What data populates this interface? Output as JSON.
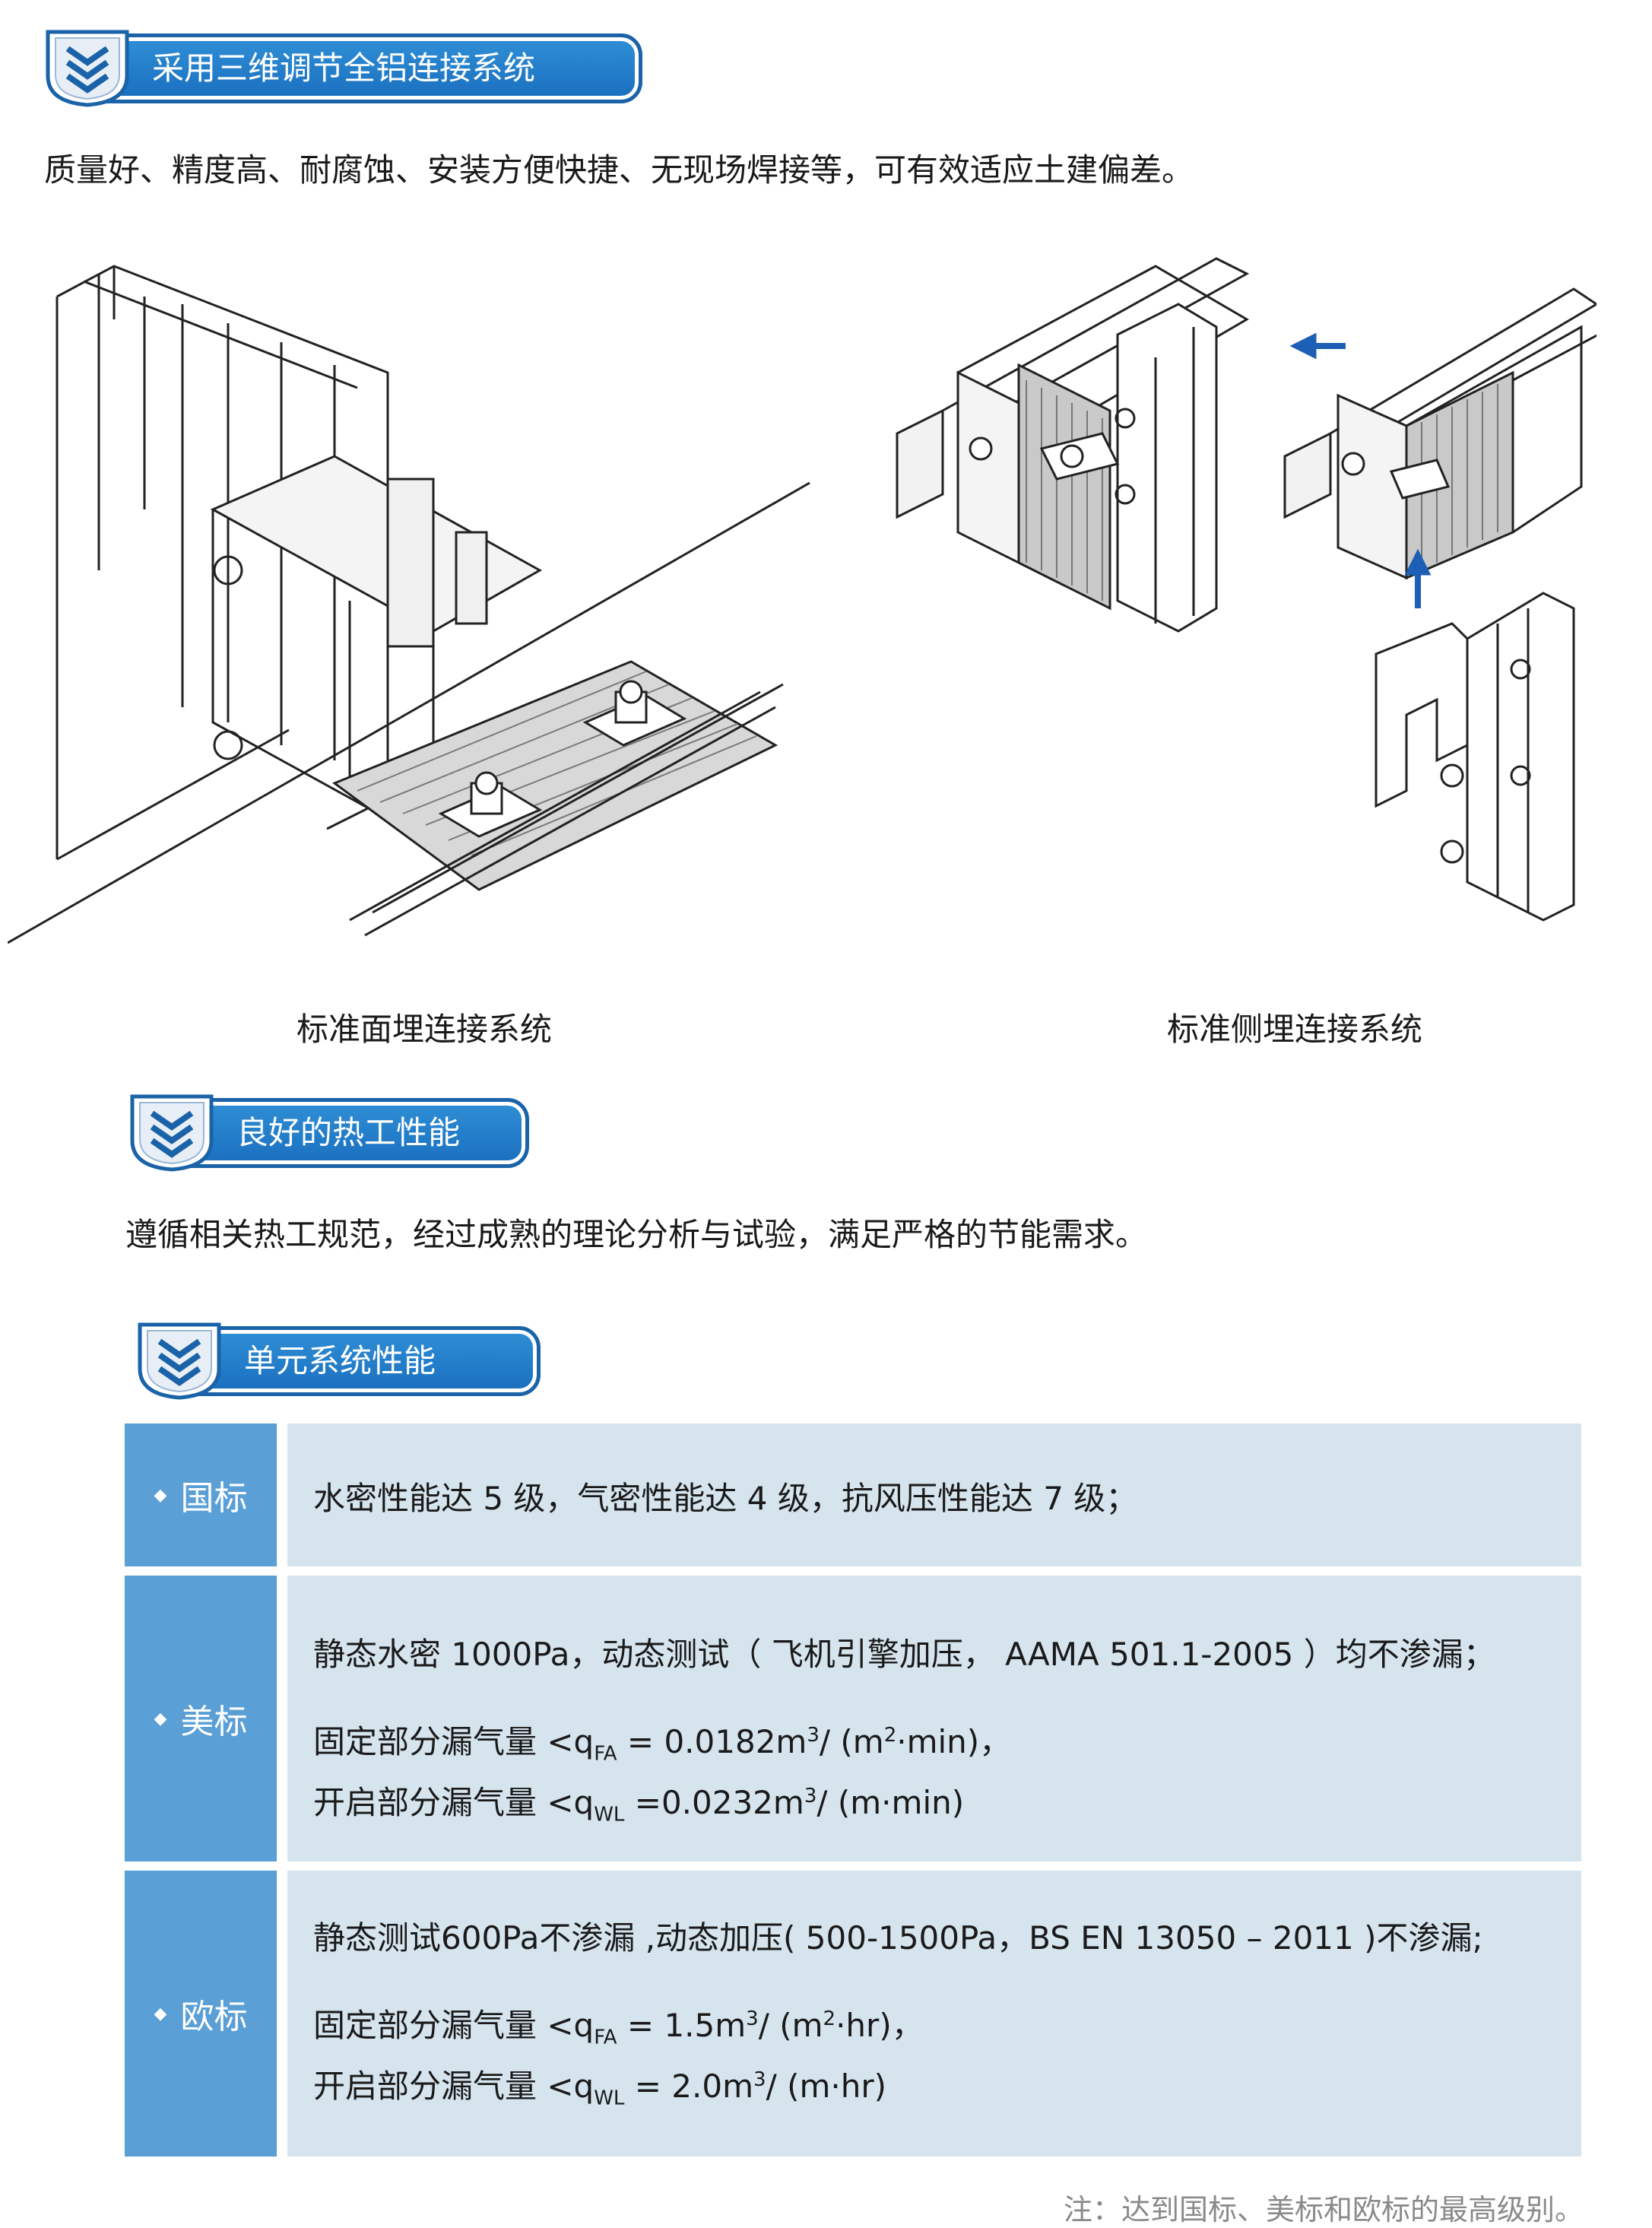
{
  "sections": {
    "s1": {
      "title": "采用三维调节全铝连接系统",
      "text": "质量好、精度高、耐腐蚀、安装方便快捷、无现场焊接等，可有效适应土建偏差。"
    },
    "figures": {
      "left_caption": "标准面埋连接系统",
      "right_caption": "标准侧埋连接系统"
    },
    "s2": {
      "title": "良好的热工性能",
      "text": "遵循相关热工规范，经过成熟的理论分析与试验，满足严格的节能需求。"
    },
    "s3": {
      "title": "单元系统性能"
    }
  },
  "table": {
    "rows": [
      {
        "label": "国标",
        "line1": "水密性能达 5 级，气密性能达 4 级，抗风压性能达 7 级；"
      },
      {
        "label": "美标",
        "line1": "静态水密 1000Pa，动态测试（ 飞机引擎加压， AAMA 501.1-2005 ）均不渗漏；",
        "line2_pre": "固定部分漏气量 <q",
        "line2_sub": "FA",
        "line2_mid": " = 0.0182m",
        "line2_sup": "3",
        "line2_mid2": "/ (m",
        "line2_sup2": "2",
        "line2_end": "·min)，",
        "line3_pre": "开启部分漏气量 <q",
        "line3_sub": "WL",
        "line3_mid": " =0.0232m",
        "line3_sup": "3",
        "line3_end": "/ (m·min)"
      },
      {
        "label": "欧标",
        "line1": "静态测试600Pa不渗漏 ,动态加压( 500-1500Pa，BS EN 13050 – 2011 )不渗漏;",
        "line2_pre": "固定部分漏气量 <q",
        "line2_sub": "FA",
        "line2_mid": " = 1.5m",
        "line2_sup": "3",
        "line2_mid2": "/ (m",
        "line2_sup2": "2",
        "line2_end": "·hr)，",
        "line3_pre": "开启部分漏气量 <q",
        "line3_sub": "WL",
        "line3_mid": " = 2.0m",
        "line3_sup": "3",
        "line3_end": "/ (m·hr)"
      }
    ]
  },
  "note": "注：达到国标、美标和欧标的最高级别。",
  "colors": {
    "header_blue": "#1a6fbf",
    "label_blue": "#5a9fd6",
    "row_bg": "#d6e4ee",
    "arrow_blue": "#1c5fb5"
  }
}
